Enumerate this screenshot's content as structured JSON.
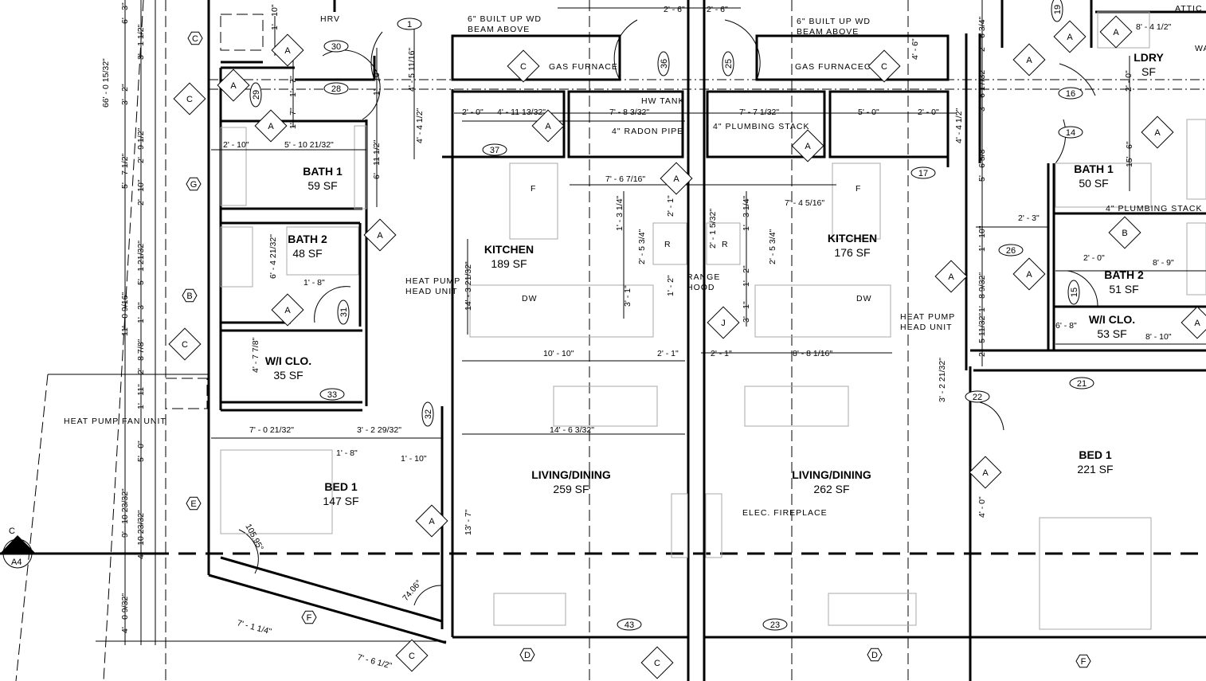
{
  "rooms": [
    {
      "name": "BATH 1",
      "area": "59 SF"
    },
    {
      "name": "BATH 2",
      "area": "48 SF"
    },
    {
      "name": "W/I CLO.",
      "area": "35 SF"
    },
    {
      "name": "BED 1",
      "area": "147 SF"
    },
    {
      "name": "KITCHEN",
      "area": "189 SF"
    },
    {
      "name": "LIVING/DINING",
      "area": "259 SF"
    },
    {
      "name": "KITCHEN",
      "area": "176 SF"
    },
    {
      "name": "LIVING/DINING",
      "area": "262 SF"
    },
    {
      "name": "BATH 1",
      "area": "50 SF"
    },
    {
      "name": "BATH 2",
      "area": "51 SF"
    },
    {
      "name": "W/I CLO.",
      "area": "53 SF"
    },
    {
      "name": "BED 1",
      "area": "221 SF"
    },
    {
      "name": "LDRY",
      "area": "SF"
    }
  ],
  "notes": [
    "HRV",
    "6\" BUILT UP WD",
    "BEAM ABOVE",
    "GAS FURNACE",
    "6\" BUILT UP WD",
    "BEAM ABOVE",
    "GAS FURNACEC",
    "HW TANK",
    "4\" RADON PIPE",
    "4\" PLUMBING STACK",
    "HEAT PUMP",
    "HEAD UNIT",
    "HEAT PUMP",
    "HEAD UNIT",
    "HEAT PUMP FAN UNIT",
    "RANGE",
    "HOOD",
    "ELEC. FIREPLACE",
    "4\" PLUMBING STACK",
    "ATTIC",
    "F",
    "F",
    "DW",
    "DW",
    "R",
    "R",
    "WA"
  ],
  "dims_h": [
    "2' - 6\"",
    "2' - 6\"",
    "2' - 0\"",
    "4' - 11 13/32\"",
    "7' - 8 3/32\"",
    "7' - 7 1/32\"",
    "5' - 0\"",
    "2' - 0\"",
    "2' - 10\"",
    "5' - 10 21/32\"",
    "7' - 6 7/16\"",
    "7' - 4 5/16\"",
    "1' - 8\"",
    "10' - 10\"",
    "2' - 1\"",
    "2' - 1\"",
    "8' - 8 1/16\"",
    "7' - 0 21/32\"",
    "3' - 2 29/32\"",
    "1' - 8\"",
    "1' - 10\"",
    "14' - 6 3/32\"",
    "8' - 4 1/2\"",
    "2' - 3\"",
    "2' - 0\"",
    "8' - 9\"",
    "6' - 8\"",
    "8' - 10\""
  ],
  "dims_r": [
    "105.95°",
    "74.06°",
    "7' - 1 1/4\"",
    "7' - 6 1/2\""
  ],
  "dims_v": [
    "6' - 3\"",
    "3' - 1 1/2\"",
    "66' - 0 15/32\"",
    "3' - 2\"",
    "5' - 7 1/2\"",
    "2' - 9 1/2\"",
    "2' - 10\"",
    "5' - 1 21/32\"",
    "11' - 0 9/16\"",
    "1' - 3\"",
    "2' - 8 7/8\"",
    "1' - 11\"",
    "5' - 0\"",
    "9' - 10 23/32\"",
    "4' - 10 23/32\"",
    "4' - 0 9/32\"",
    "1' - 10\"",
    "1' - 7\"",
    "1' - 7\"",
    "4' - 5 11/16\"",
    "1' - 10\"",
    "4' - 4 1/2\"",
    "6' - 11 1/2\"",
    "6' - 4 21/32\"",
    "4' - 7 7/8\"",
    "14' - 3 21/32\"",
    "1' - 3 1/4\"",
    "2' - 1\"",
    "2' - 5 3/4\"",
    "3' - 1\"",
    "1' - 2\"",
    "2' - 1 5/32\"",
    "1' - 3 1/4\"",
    "2' - 5 3/4\"",
    "1' - 2\"",
    "3' - 1\"",
    "13' - 7\"",
    "4' - 6\"",
    "2' - 6 3/4\"",
    "3' - 6 17/32\"",
    "4' - 4 1/2\"",
    "5' - 6 5/8\"",
    "1' - 10\"",
    "1' - 8 9/32\"",
    "2' - 5 11/32\"",
    "3' - 2 21/32\"",
    "4' - 0\"",
    "2' - 0\"",
    "15' - 6\""
  ],
  "diamond_tags": [
    "A",
    "A",
    "C",
    "A",
    "A",
    "A",
    "C",
    "A",
    "C",
    "C",
    "A",
    "A",
    "J",
    "C",
    "A",
    "C",
    "A",
    "A",
    "A",
    "B",
    "A",
    "A",
    "A",
    "A",
    "A"
  ],
  "hex_tags": [
    "C",
    "G",
    "B",
    "E",
    "F",
    "D",
    "D",
    "F"
  ],
  "door_tags": [
    "1",
    "30",
    "28",
    "29",
    "37",
    "36",
    "25",
    "17",
    "19",
    "16",
    "14",
    "26",
    "15",
    "31",
    "33",
    "32",
    "22",
    "21",
    "43",
    "23"
  ],
  "grid_marker": {
    "top": "C",
    "mid": "1",
    "bottom": "A4"
  }
}
